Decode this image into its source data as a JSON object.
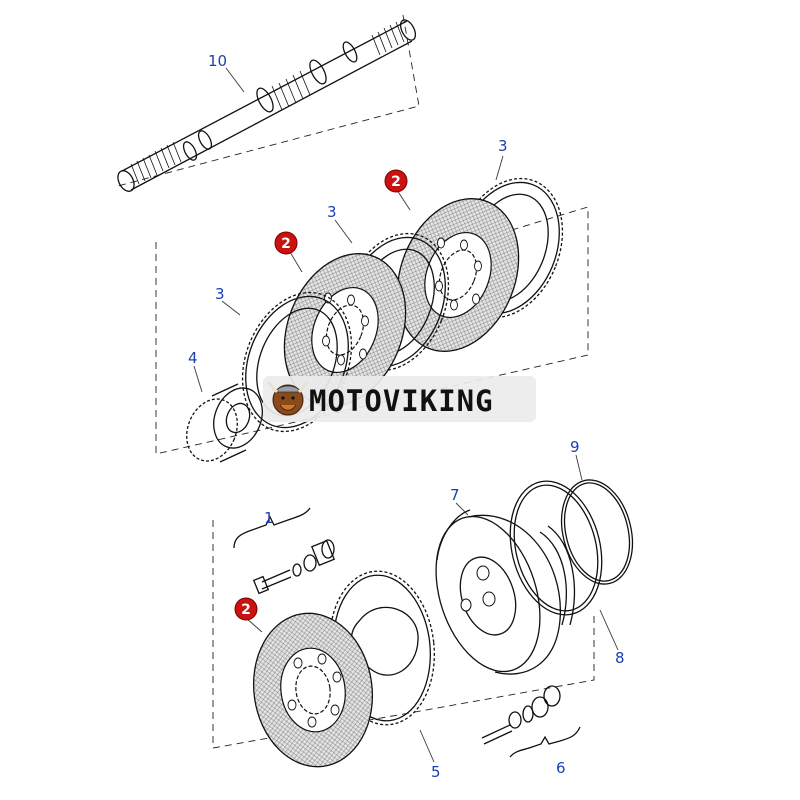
{
  "callouts": {
    "c10": "10",
    "c3a": "3",
    "c3b": "3",
    "c3c": "3",
    "c2a": "2",
    "c2b": "2",
    "c2c": "2",
    "c4": "4",
    "c1": "1",
    "c7": "7",
    "c9": "9",
    "c8": "8",
    "c5": "5",
    "c6": "6"
  },
  "watermark": {
    "text": "MOTOVIKING",
    "icon": "viking-mascot-icon"
  },
  "colors": {
    "callout_text": "#1a3fb0",
    "badge_fill": "#cc1111",
    "line": "#111111",
    "friction_fill": "#d9d9d9"
  }
}
